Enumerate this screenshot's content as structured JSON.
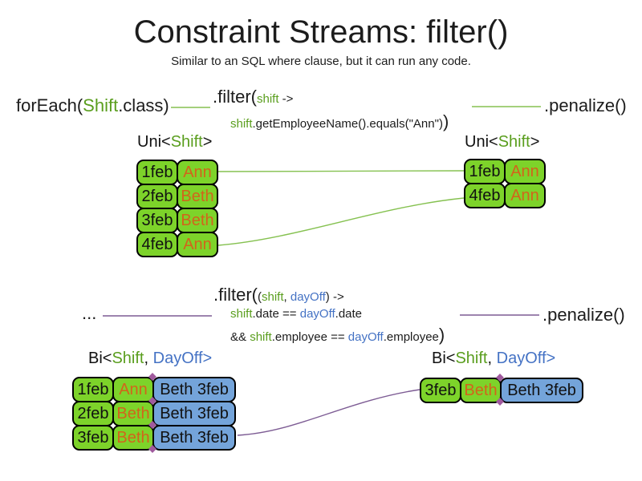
{
  "title": "Constraint Streams: filter()",
  "subtitle": "Similar to an SQL where clause, but it can run any code.",
  "colors": {
    "code_green": "#5a9e1e",
    "code_blue": "#4472c4",
    "cell_orange_text": "#d2641b",
    "cell_green_fill": "#7dd32a",
    "cell_blue_fill": "#74a4da",
    "wire_green": "#85c150",
    "wire_purple": "#7d5c94",
    "junction_diamond": "#a05a9e"
  },
  "s1": {
    "foreach_pre": "forEach(",
    "foreach_type": "Shift",
    "foreach_post": ".class)",
    "filter_open": ".filter(",
    "filter_param": "shift",
    "filter_arrow": " ->",
    "body_var": "shift",
    "body_rest": ".getEmployeeName().equals(\"Ann\")",
    "body_close": ")",
    "penalize": ".penalize()",
    "left_label_pre": "Uni<",
    "left_label_type": "Shift",
    "left_label_post": ">",
    "right_label_pre": "Uni<",
    "right_label_type": "Shift",
    "right_label_post": ">",
    "left_table": [
      [
        "1feb",
        "Ann"
      ],
      [
        "2feb",
        "Beth"
      ],
      [
        "3feb",
        "Beth"
      ],
      [
        "4feb",
        "Ann"
      ]
    ],
    "right_table": [
      [
        "1feb",
        "Ann"
      ],
      [
        "4feb",
        "Ann"
      ]
    ]
  },
  "s2": {
    "source": "...",
    "filter_open": ".filter(",
    "params_open": "(",
    "param1": "shift",
    "param_sep": ", ",
    "param2": "dayOff",
    "params_close": ") ->",
    "l2_var1": "shift",
    "l2_op": ".date == ",
    "l2_var2": "dayOff",
    "l2_end": ".date",
    "l3_pre": "&& ",
    "l3_var1": "shift",
    "l3_op": ".employee == ",
    "l3_var2": "dayOff",
    "l3_end": ".employee",
    "l3_close": ")",
    "penalize": ".penalize()",
    "left_label_pre": "Bi<",
    "left_label_type1": "Shift",
    "left_label_sep": ", ",
    "left_label_type2": "DayOff",
    "left_label_post": ">",
    "right_label_pre": "Bi<",
    "right_label_type1": "Shift",
    "right_label_sep": ", ",
    "right_label_type2": "DayOff",
    "right_label_post": ">",
    "left_table": [
      [
        "1feb",
        "Ann",
        "Beth 3feb"
      ],
      [
        "2feb",
        "Beth",
        "Beth 3feb"
      ],
      [
        "3feb",
        "Beth",
        "Beth 3feb"
      ]
    ],
    "right_table": [
      [
        "3feb",
        "Beth",
        "Beth 3feb"
      ]
    ]
  }
}
